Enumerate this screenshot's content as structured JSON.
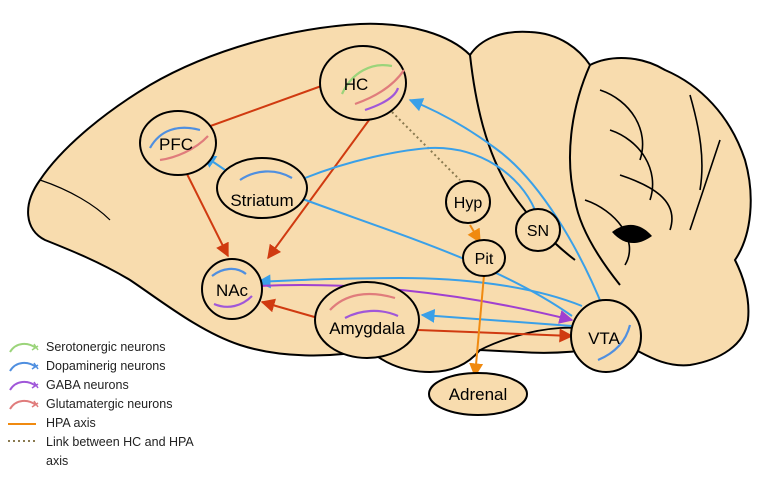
{
  "regions": {
    "hc": "HC",
    "pfc": "PFC",
    "striatum": "Striatum",
    "hyp": "Hyp",
    "sn": "SN",
    "pit": "Pit",
    "nac": "NAc",
    "amygdala": "Amygdala",
    "vta": "VTA",
    "adrenal": "Adrenal"
  },
  "legend": {
    "serotonergic": "Serotonergic neurons",
    "dopaminergic": "Dopaminerig neurons",
    "gaba": "GABA neurons",
    "glutamatergic": "Glutamatergic neurons",
    "hpa": "HPA axis",
    "link": "Link between HC and HPA axis"
  },
  "colors": {
    "brain_fill": "#F8DCAE",
    "outline": "#000000",
    "serotonergic": "#9BD47A",
    "dopaminergic": "#4F8FE0",
    "gaba": "#A057D9",
    "glutamatergic": "#E07C7C",
    "glutamate_arrow": "#D03A10",
    "dopamine_arrow": "#3AA0E8",
    "gaba_arrow": "#A040D0",
    "hpa_arrow": "#F08A10",
    "link_dotted": "#8A7A50"
  }
}
